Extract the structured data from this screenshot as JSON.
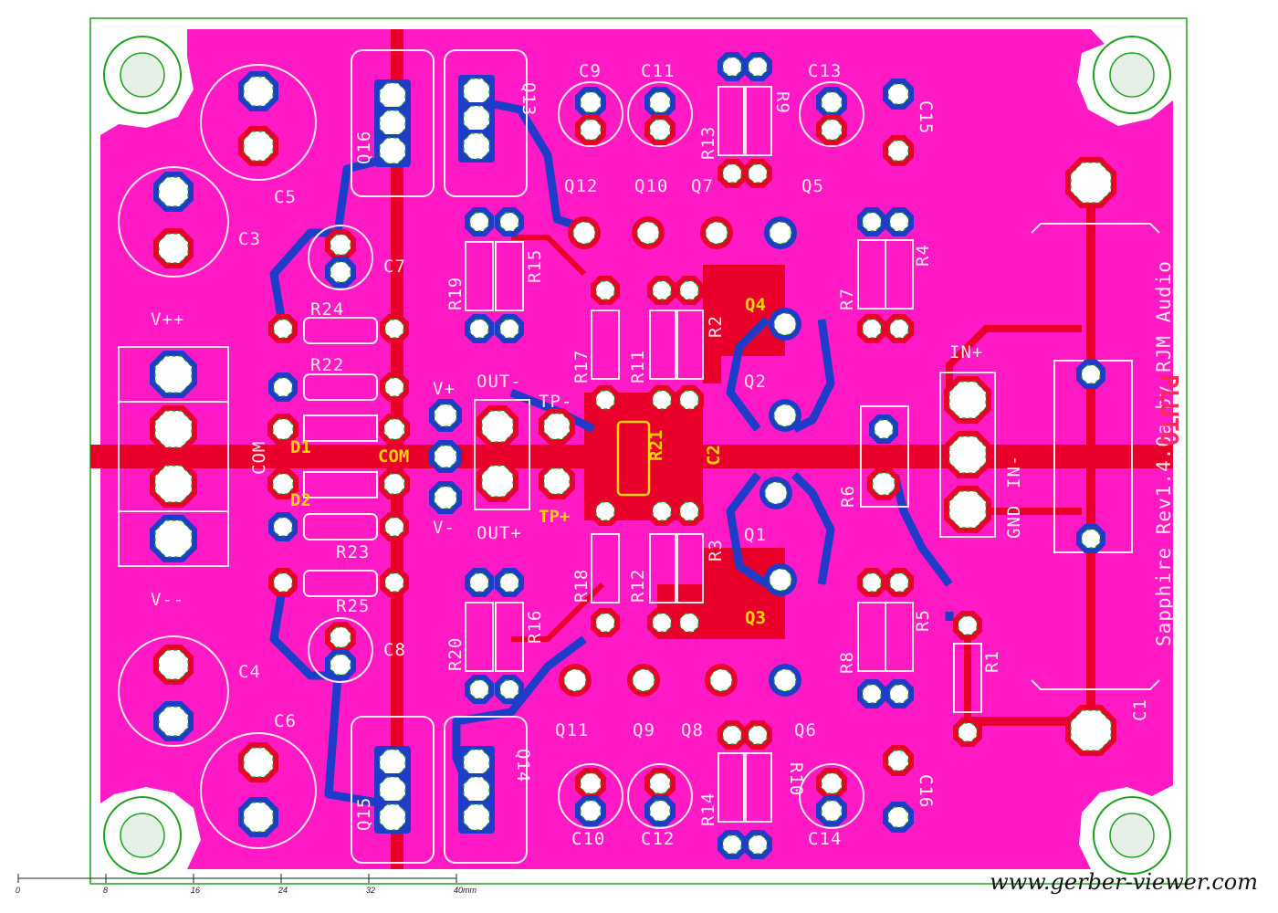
{
  "board": {
    "colors": {
      "substrate": "#ffffff",
      "pour": "#ff1ac6",
      "top_copper": "#e8002a",
      "bottom_copper": "#1e3cc8",
      "silkscreen": "#ffe8f0",
      "label": "#ffd400",
      "outline": "#1fa01f",
      "pad": "#ffffff"
    },
    "silk_labels": [
      {
        "text": "C5"
      },
      {
        "text": "C3"
      },
      {
        "text": "C7"
      },
      {
        "text": "Q16"
      },
      {
        "text": "Q13"
      },
      {
        "text": "C9"
      },
      {
        "text": "C11"
      },
      {
        "text": "C13"
      },
      {
        "text": "C15"
      },
      {
        "text": "R13"
      },
      {
        "text": "R9"
      },
      {
        "text": "Q12"
      },
      {
        "text": "Q10"
      },
      {
        "text": "Q7"
      },
      {
        "text": "Q5"
      },
      {
        "text": "R24"
      },
      {
        "text": "R22"
      },
      {
        "text": "R19"
      },
      {
        "text": "R15"
      },
      {
        "text": "R17"
      },
      {
        "text": "R11"
      },
      {
        "text": "R2"
      },
      {
        "text": "R7"
      },
      {
        "text": "R4"
      },
      {
        "text": "Q4"
      },
      {
        "text": "Q2"
      },
      {
        "text": "V++"
      },
      {
        "text": "V--"
      },
      {
        "text": "V+"
      },
      {
        "text": "V-"
      },
      {
        "text": "D1"
      },
      {
        "text": "D2"
      },
      {
        "text": "OUT-"
      },
      {
        "text": "OUT+"
      },
      {
        "text": "TP-"
      },
      {
        "text": "TP+"
      },
      {
        "text": "R21"
      },
      {
        "text": "C2"
      },
      {
        "text": "R6"
      },
      {
        "text": "IN+"
      },
      {
        "text": "IN-"
      },
      {
        "text": "GND"
      },
      {
        "text": "R23"
      },
      {
        "text": "R25"
      },
      {
        "text": "R18"
      },
      {
        "text": "R12"
      },
      {
        "text": "R3"
      },
      {
        "text": "Q1"
      },
      {
        "text": "R20"
      },
      {
        "text": "R16"
      },
      {
        "text": "Q3"
      },
      {
        "text": "R8"
      },
      {
        "text": "R5"
      },
      {
        "text": "R1"
      },
      {
        "text": "C4"
      },
      {
        "text": "C8"
      },
      {
        "text": "C6"
      },
      {
        "text": "Q11"
      },
      {
        "text": "Q9"
      },
      {
        "text": "Q8"
      },
      {
        "text": "Q6"
      },
      {
        "text": "C1"
      },
      {
        "text": "Q15"
      },
      {
        "text": "Q14"
      },
      {
        "text": "C10"
      },
      {
        "text": "C12"
      },
      {
        "text": "R14"
      },
      {
        "text": "R10"
      },
      {
        "text": "C14"
      },
      {
        "text": "C16"
      },
      {
        "text": "COM"
      },
      {
        "text": "COM"
      }
    ],
    "title_text": "Sapphire Rev1.4.0a by RJM Audio",
    "logo_text": "PLUTO"
  },
  "ruler": {
    "ticks": [
      "0",
      "8",
      "16",
      "24",
      "32",
      "40mm"
    ]
  },
  "watermark": "www.gerber-viewer.com"
}
